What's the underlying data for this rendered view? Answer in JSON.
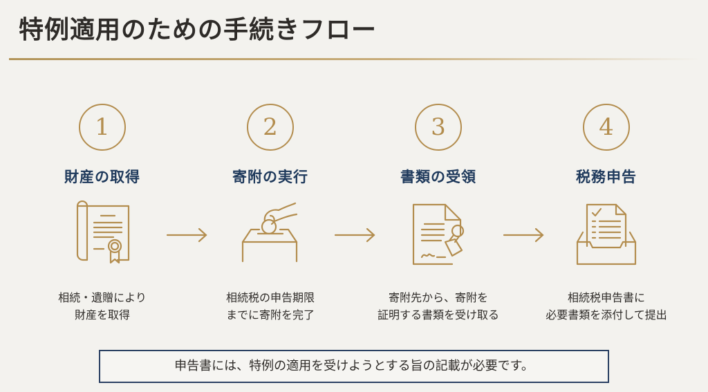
{
  "title": "特例適用のための手続きフロー",
  "steps": [
    {
      "number": "1",
      "title": "財産の取得",
      "desc_line1": "相続・遺贈により",
      "desc_line2": "財産を取得",
      "icon": "certificate-icon"
    },
    {
      "number": "2",
      "title": "寄附の実行",
      "desc_line1": "相続税の申告期限",
      "desc_line2": "までに寄附を完了",
      "icon": "donation-box-icon"
    },
    {
      "number": "3",
      "title": "書類の受領",
      "desc_line1": "寄附先から、寄附を",
      "desc_line2": "証明する書類を受け取る",
      "icon": "stamped-document-icon"
    },
    {
      "number": "4",
      "title": "税務申告",
      "desc_line1": "相続税申告書に",
      "desc_line2": "必要書類を添付して提出",
      "icon": "document-tray-icon"
    }
  ],
  "note": "申告書には、特例の適用を受けようとする旨の記載が必要です。",
  "colors": {
    "gold": "#b38d4e",
    "navy": "#1f3a5c",
    "background": "#f3f2ee"
  }
}
